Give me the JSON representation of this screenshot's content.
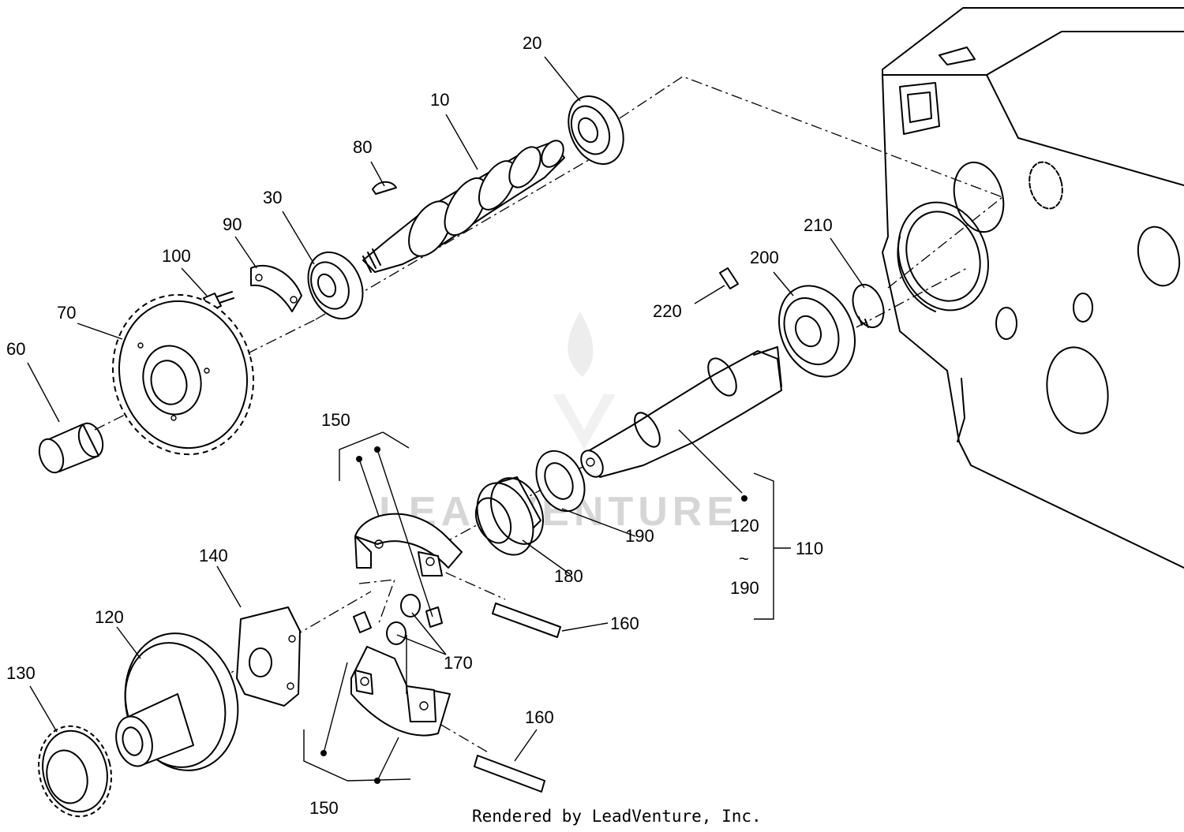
{
  "diagram": {
    "watermark": "LEADVENTURE",
    "credit": "Rendered by LeadVenture, Inc.",
    "callouts": {
      "c10": "10",
      "c20": "20",
      "c30": "30",
      "c60": "60",
      "c70": "70",
      "c80": "80",
      "c90": "90",
      "c100": "100",
      "c110": "110",
      "c120a": "120",
      "c120b": "120",
      "c130": "130",
      "c140": "140",
      "c150a": "150",
      "c150b": "150",
      "c160a": "160",
      "c160b": "160",
      "c170": "170",
      "c180": "180",
      "c190a": "190",
      "c190b": "190",
      "c200": "200",
      "c210": "210",
      "c220": "220",
      "tilde": "~"
    }
  }
}
